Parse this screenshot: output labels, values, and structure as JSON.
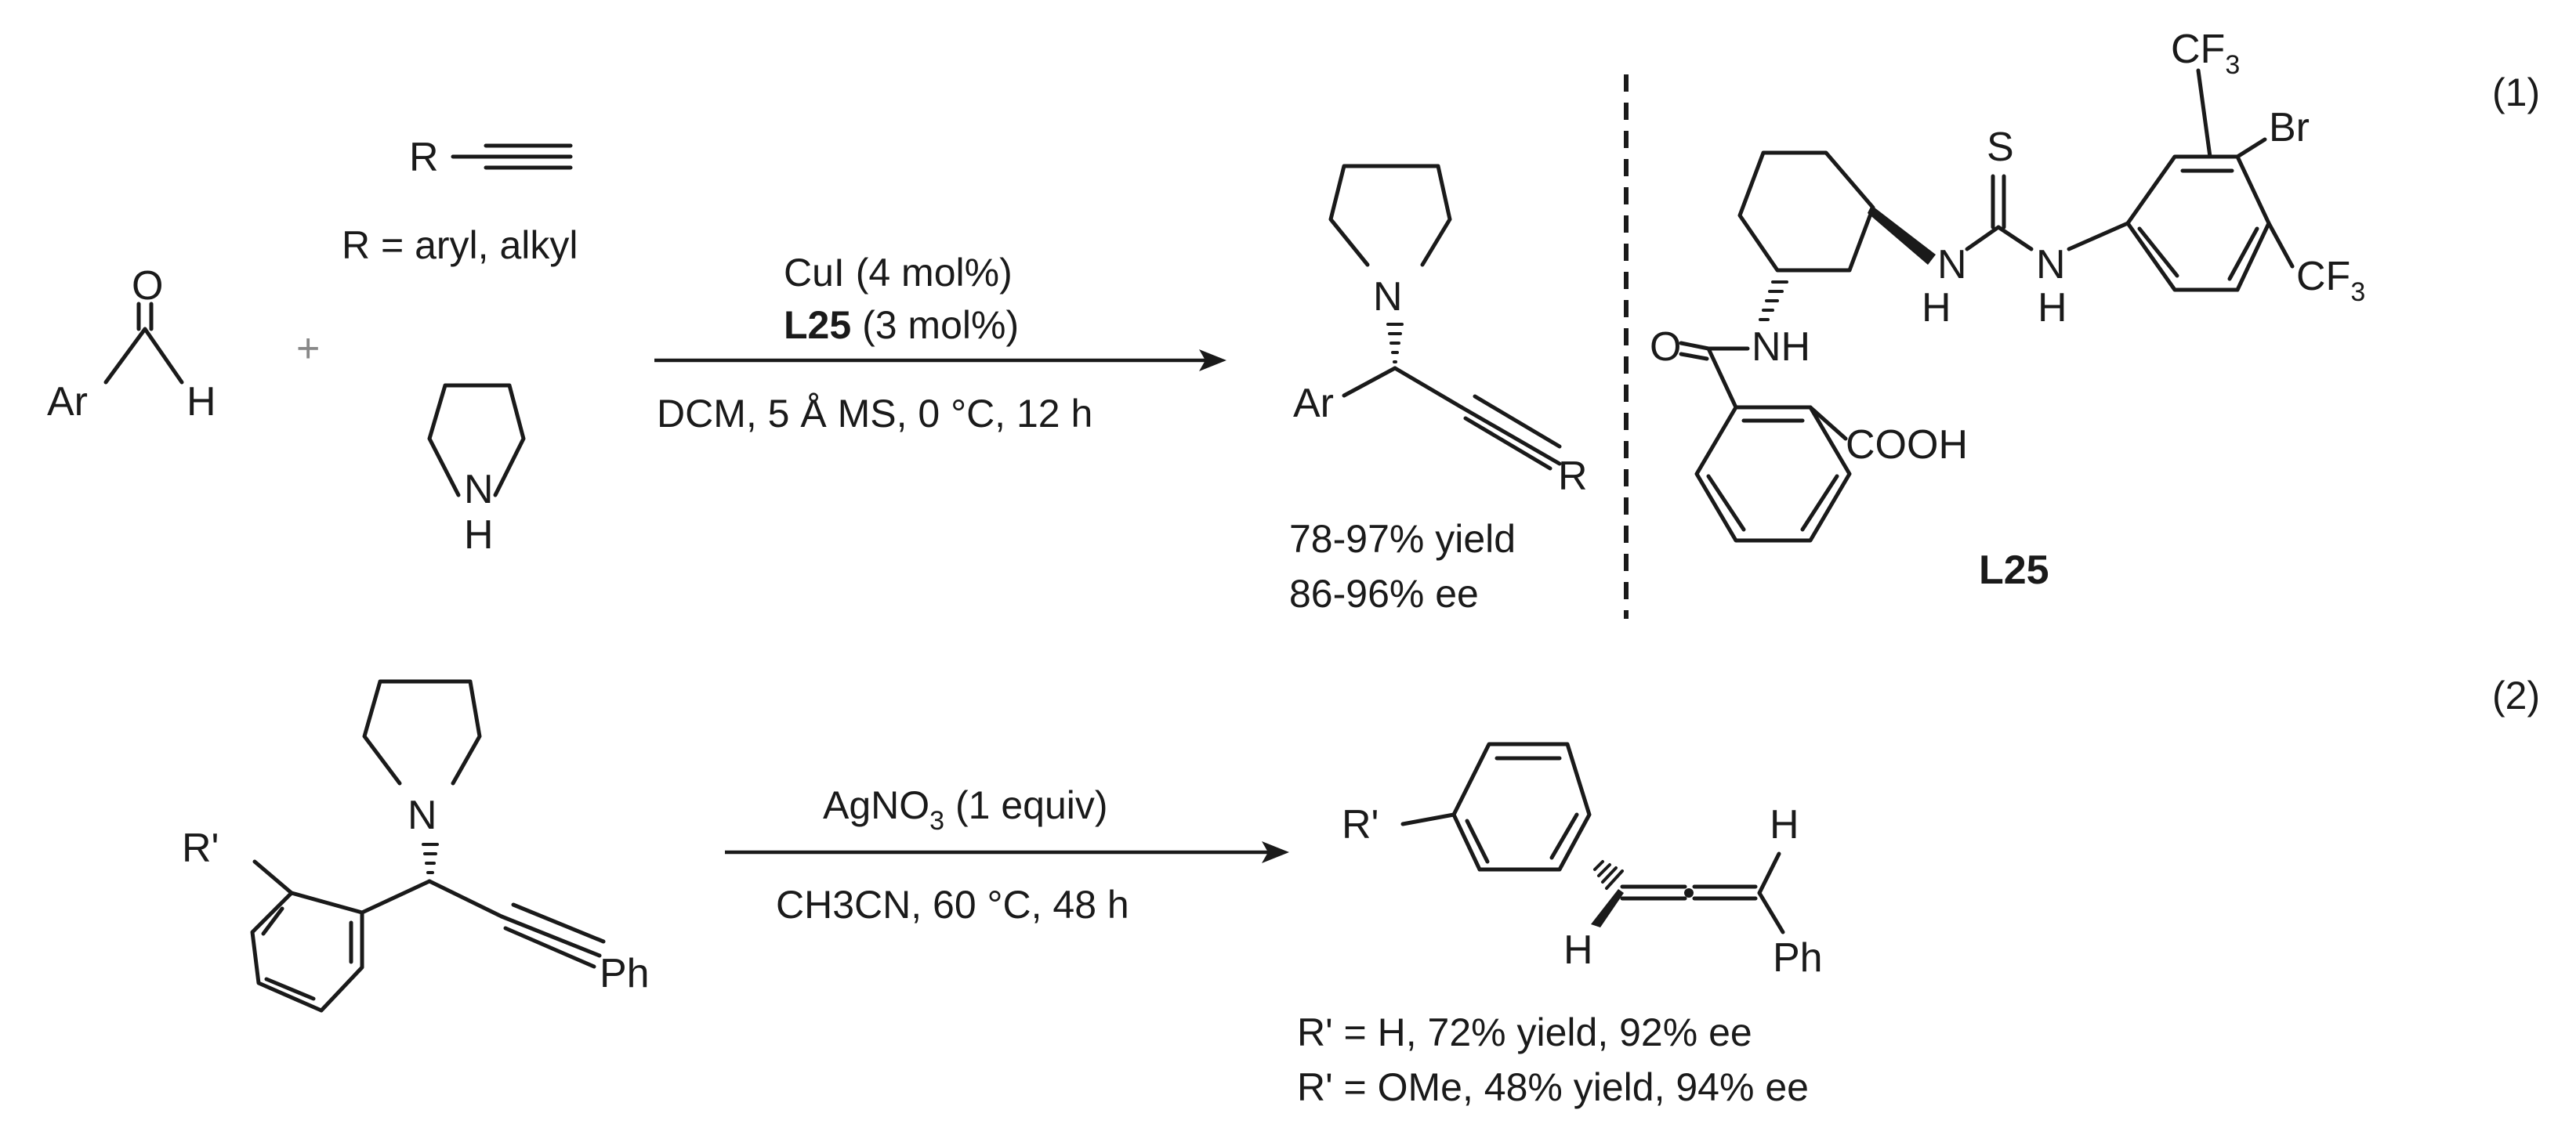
{
  "equation_numbers": {
    "eq1": "(1)",
    "eq2": "(2)"
  },
  "reaction1": {
    "aldehyde": {
      "ar": "Ar",
      "o": "O",
      "h": "H"
    },
    "plus": "+",
    "alkyne": {
      "r": "R",
      "r_def": "R = aryl, alkyl"
    },
    "amine": {
      "n": "N",
      "h": "H"
    },
    "conditions": {
      "line1": "CuI (4 mol%)",
      "line2_bold": "L25",
      "line2_rest": " (3 mol%)",
      "line3": "DCM, 5 Å MS, 0 °C, 12 h"
    },
    "product": {
      "n": "N",
      "ar": "Ar",
      "r": "R",
      "yield": "78-97%  yield",
      "ee": "86-96%  ee"
    }
  },
  "ligand": {
    "name": "L25",
    "cf3": "CF",
    "sub3": "3",
    "br": "Br",
    "s": "S",
    "n": "N",
    "h": "H",
    "o": "O",
    "nh": "NH",
    "cooh": "COOH"
  },
  "reaction2": {
    "substrate": {
      "n": "N",
      "rprime": "R'",
      "ph": "Ph"
    },
    "conditions": {
      "line1_pre": "AgNO",
      "line1_sub": "3",
      "line1_post": " (1 equiv)",
      "line2": "CH3CN, 60 °C, 48 h"
    },
    "product": {
      "rprime": "R'",
      "h": "H",
      "ph": "Ph",
      "result1": "R' = H, 72% yield, 92% ee",
      "result2": "R' = OMe, 48% yield, 94% ee"
    }
  }
}
